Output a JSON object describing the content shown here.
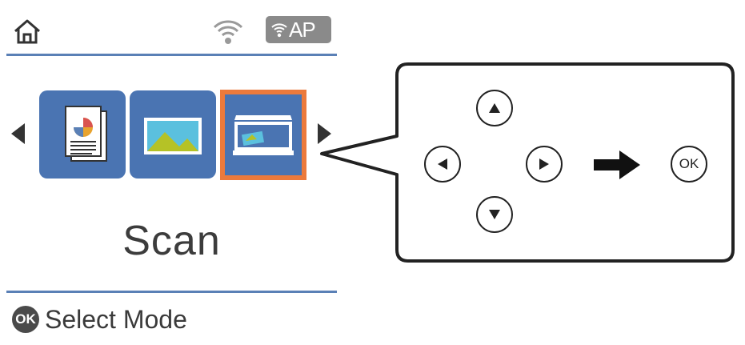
{
  "status_bar": {
    "home_icon": "home-icon",
    "wifi_icon": "wifi-icon",
    "ap_badge_label": "AP"
  },
  "carousel": {
    "tiles": [
      {
        "name": "copy",
        "icon": "document-chart-icon"
      },
      {
        "name": "photo",
        "icon": "photo-landscape-icon"
      },
      {
        "name": "scan",
        "icon": "scanner-icon",
        "selected": true
      }
    ],
    "current_mode": "Scan"
  },
  "footer": {
    "ok_label": "OK",
    "hint": "Select Mode"
  },
  "callout": {
    "ok_button_label": "OK",
    "buttons": [
      "up",
      "left",
      "right",
      "down",
      "ok"
    ]
  },
  "colors": {
    "accent": "#4a74b2",
    "selection": "#ec7a3c",
    "divider": "#5a80b6"
  }
}
